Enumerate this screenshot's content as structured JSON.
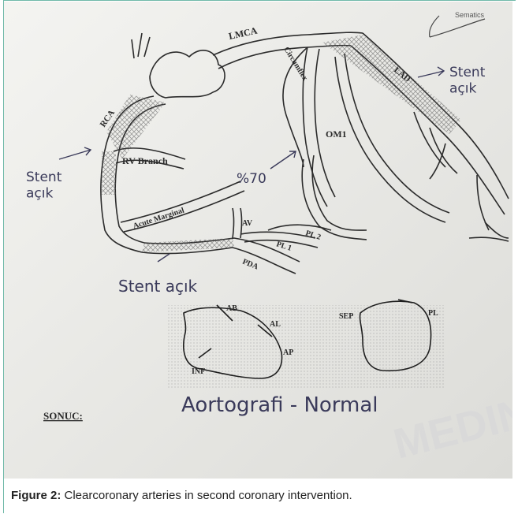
{
  "figure": {
    "caption_label": "Figure 2:",
    "caption_text": "Clearcoronary arteries in second coronary intervention."
  },
  "diagram": {
    "artery_labels": {
      "lmca": "LMCA",
      "rca": "RCA",
      "circumflex": "Circumflex",
      "lad": "LAD",
      "om1": "OM1",
      "rv_branch": "RV Branch",
      "acute_marginal": "Acute Marginal",
      "av": "AV",
      "pl1": "PL 1",
      "pl2": "PL 2",
      "pda": "PDA"
    },
    "ventriculogram_labels": {
      "ab": "AB",
      "al": "AL",
      "ap": "AP",
      "inf": "INF",
      "sep": "SEP",
      "pl": "PL"
    },
    "form_heading": "SONUC:",
    "header_fragment": "Sematics",
    "handwritten": {
      "stent_right": "Stent\naçık",
      "stent_left": "Stent\naçık",
      "stent_bottom": "Stent açık",
      "lesion_value": "%70",
      "aortography": "Aortografi - Normal"
    },
    "watermark": "MEDIN"
  }
}
